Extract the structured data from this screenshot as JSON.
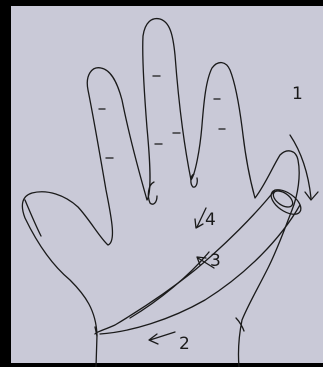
{
  "diagram": {
    "ink_color": "#1a1a1a",
    "paper_color": "#c9c9d7",
    "frame_color": "#000000",
    "labels": [
      {
        "id": "label-1",
        "text": "1"
      },
      {
        "id": "label-2",
        "text": "2"
      },
      {
        "id": "label-3",
        "text": "3"
      },
      {
        "id": "label-4",
        "text": "4"
      }
    ]
  }
}
